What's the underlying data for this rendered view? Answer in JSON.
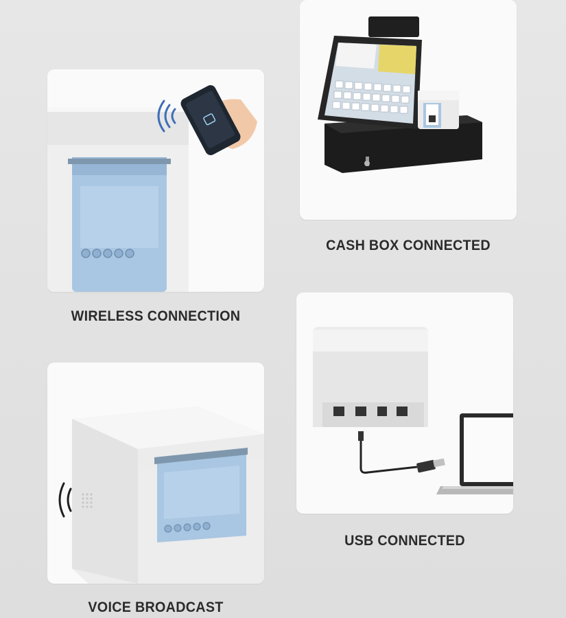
{
  "features": [
    {
      "id": "wireless",
      "caption": "WIRELESS CONNECTION",
      "icon": "wireless-waves-icon"
    },
    {
      "id": "cashbox",
      "caption": "CASH BOX CONNECTED",
      "icon": "cash-drawer-icon"
    },
    {
      "id": "usb",
      "caption": "USB CONNECTED",
      "icon": "usb-cable-icon"
    },
    {
      "id": "voice",
      "caption": "VOICE BROADCAST",
      "icon": "sound-waves-icon"
    }
  ],
  "colors": {
    "printer_body": "#ececec",
    "printer_window": "#a9c6e2",
    "text": "#2b2b2b"
  }
}
